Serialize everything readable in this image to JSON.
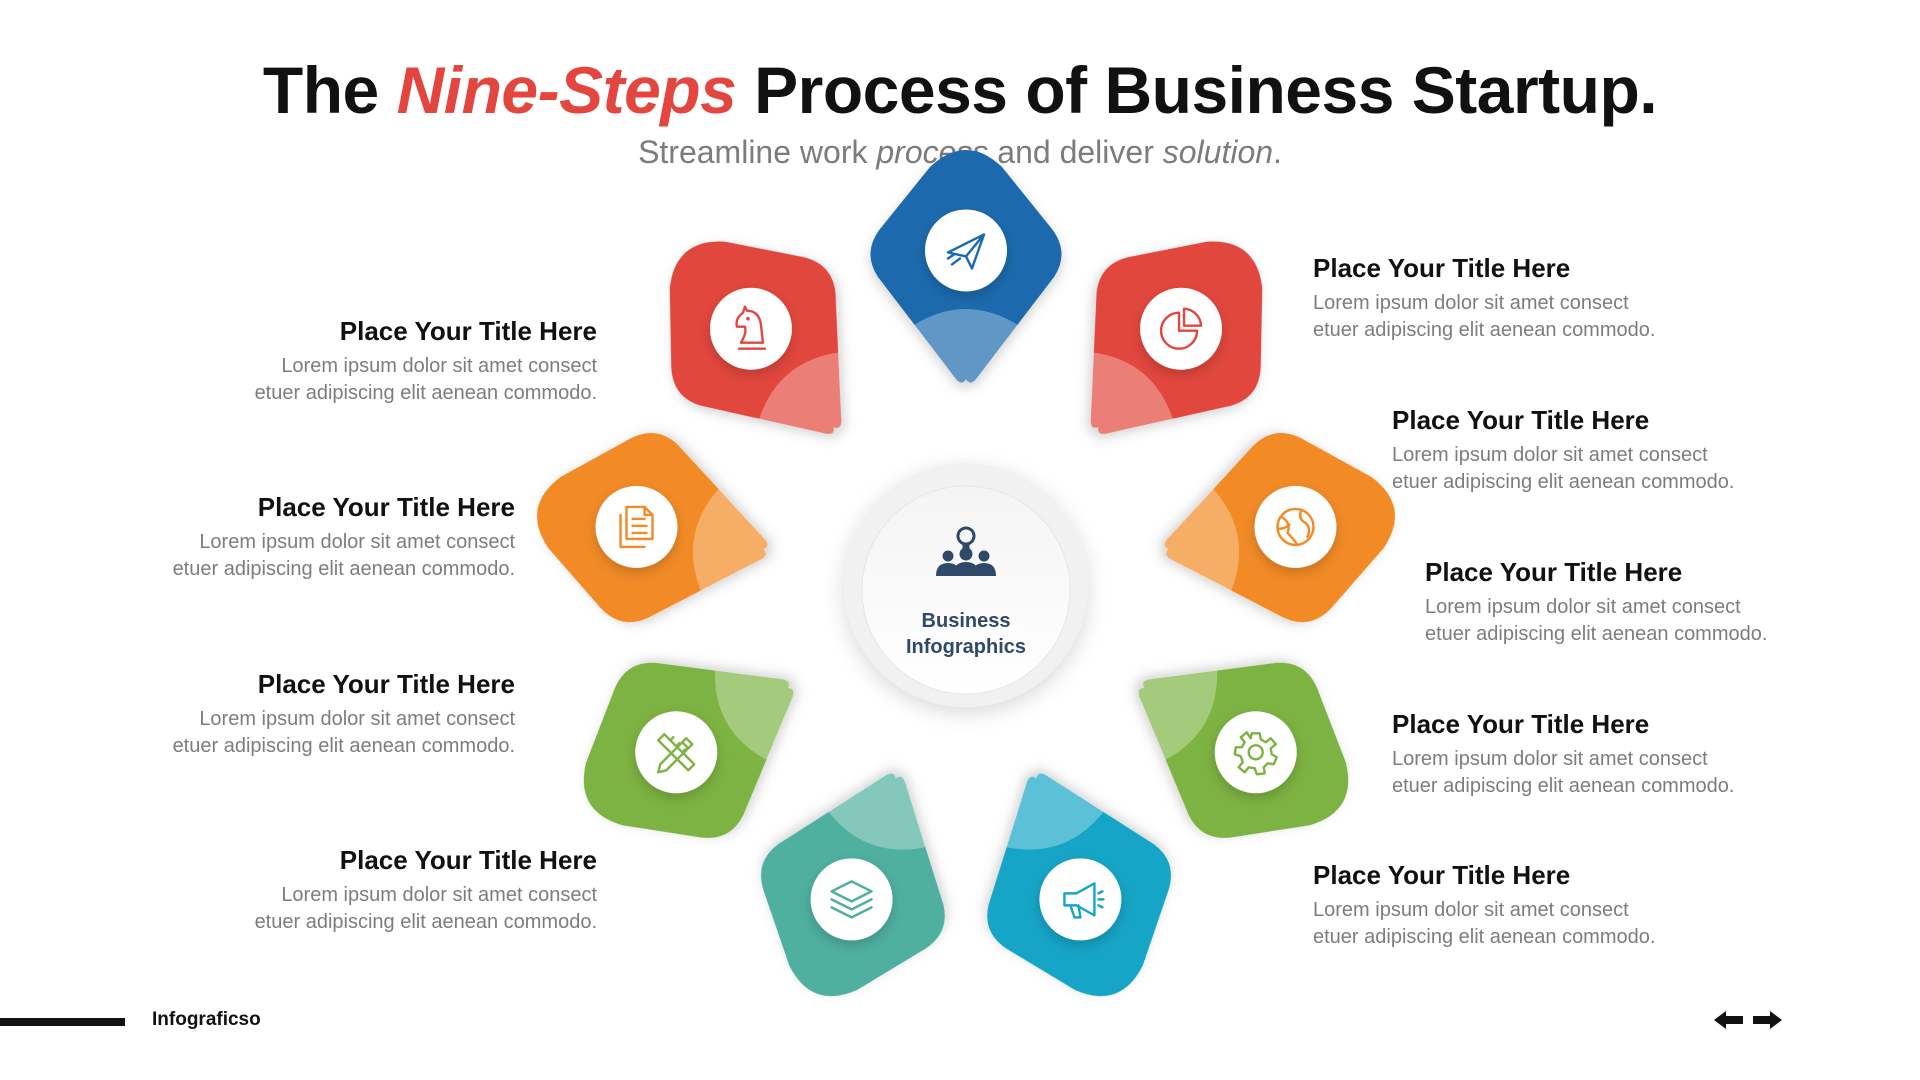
{
  "title": {
    "part1": "The ",
    "accent": "Nine-Steps",
    "part2": " Process of Business Startup."
  },
  "subtitle": {
    "part1": "Streamline work ",
    "em1": "process",
    "part2": " and deliver ",
    "em2": "solution",
    "part3": "."
  },
  "center": {
    "line1": "Business",
    "line2": "Infographics",
    "icon": "team-idea-icon"
  },
  "colors": {
    "red": "#e2463e",
    "blue": "#1b6aad",
    "orange": "#f28b26",
    "green": "#7db343",
    "teal": "#4fb0a0",
    "cyan": "#15a5c6",
    "accent": "#e2463e"
  },
  "petals": [
    {
      "color": "#1b6aad",
      "icon": "paper-plane-icon"
    },
    {
      "color": "#e2463e",
      "icon": "pie-chart-icon"
    },
    {
      "color": "#f28b26",
      "icon": "globe-icon"
    },
    {
      "color": "#7db343",
      "icon": "gear-icon"
    },
    {
      "color": "#15a5c6",
      "icon": "megaphone-icon"
    },
    {
      "color": "#4fb0a0",
      "icon": "layers-icon"
    },
    {
      "color": "#7db343",
      "icon": "pencil-ruler-icon"
    },
    {
      "color": "#f28b26",
      "icon": "documents-icon"
    },
    {
      "color": "#e2463e",
      "icon": "chess-knight-icon"
    }
  ],
  "left_items": [
    {
      "title": "Place Your Title Here",
      "desc1": "Lorem ipsum dolor sit amet consect",
      "desc2": "etuer adipiscing elit aenean commodo."
    },
    {
      "title": "Place Your Title Here",
      "desc1": "Lorem ipsum dolor sit amet consect",
      "desc2": "etuer adipiscing elit aenean commodo."
    },
    {
      "title": "Place Your Title Here",
      "desc1": "Lorem ipsum dolor sit amet consect",
      "desc2": "etuer adipiscing elit aenean commodo."
    },
    {
      "title": "Place Your Title Here",
      "desc1": "Lorem ipsum dolor sit amet consect",
      "desc2": "etuer adipiscing elit aenean commodo."
    }
  ],
  "right_items": [
    {
      "title": "Place Your Title Here",
      "desc1": "Lorem ipsum dolor sit amet consect",
      "desc2": "etuer adipiscing elit aenean commodo."
    },
    {
      "title": "Place Your Title Here",
      "desc1": "Lorem ipsum dolor sit amet consect",
      "desc2": "etuer adipiscing elit aenean commodo."
    },
    {
      "title": "Place Your Title Here",
      "desc1": "Lorem ipsum dolor sit amet consect",
      "desc2": "etuer adipiscing elit aenean commodo."
    },
    {
      "title": "Place Your Title Here",
      "desc1": "Lorem ipsum dolor sit amet consect",
      "desc2": "etuer adipiscing elit aenean commodo."
    },
    {
      "title": "Place Your Title Here",
      "desc1": "Lorem ipsum dolor sit amet consect",
      "desc2": "etuer adipiscing elit aenean commodo."
    }
  ],
  "footer": {
    "brand": "Infograficso",
    "prev_icon": "arrow-left-icon",
    "next_icon": "arrow-right-icon"
  }
}
